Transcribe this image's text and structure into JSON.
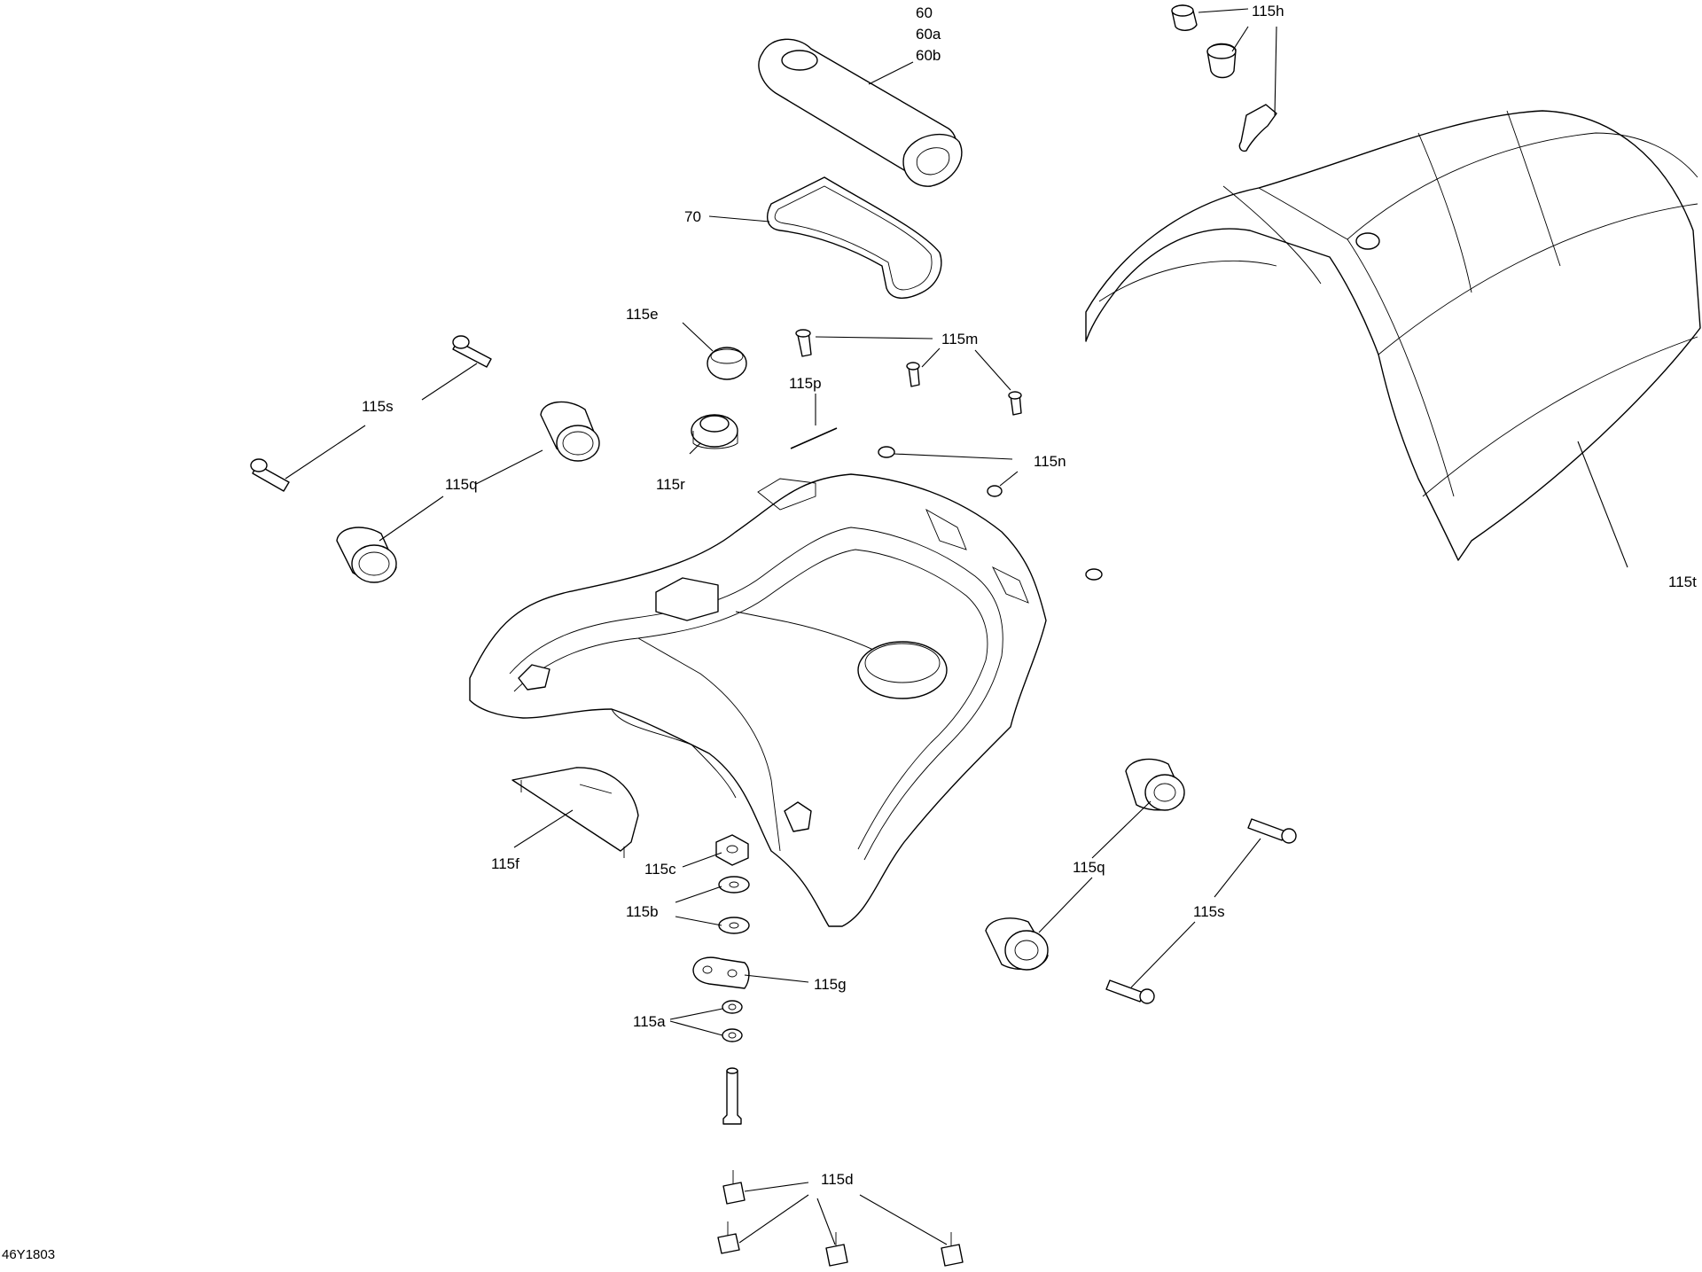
{
  "callouts": {
    "c60": "60",
    "c60a": "60a",
    "c60b": "60b",
    "c115h": "115h",
    "c70": "70",
    "c115e": "115e",
    "c115m": "115m",
    "c115p": "115p",
    "c115s_left": "115s",
    "c115n": "115n",
    "c115r": "115r",
    "c115q_left": "115q",
    "c115t": "115t",
    "c115f": "115f",
    "c115c": "115c",
    "c115q_right": "115q",
    "c115b": "115b",
    "c115s_right": "115s",
    "c115g": "115g",
    "c115a": "115a",
    "c115d": "115d"
  },
  "figure_code": "46Y1803"
}
